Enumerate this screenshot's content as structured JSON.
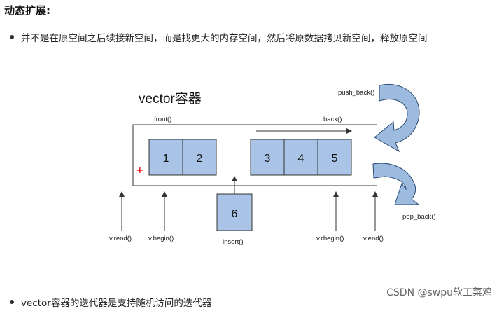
{
  "heading": "动态扩展:",
  "bullets": [
    "并不是在原空间之后续接新空间，而是找更大的内存空间，然后将原数据拷贝新空间，释放原空间",
    "vector容器的迭代器是支持随机访问的迭代器"
  ],
  "diagram": {
    "title": "vector容器",
    "plus_sign": "+",
    "front_label": "front()",
    "back_label": "back()",
    "push_back_label": "push_back()",
    "pop_back_label": "pop_back()",
    "cells": [
      "1",
      "2",
      "3",
      "4",
      "5"
    ],
    "insert_cell": "6",
    "iterators": {
      "rend": "v.rend()",
      "begin": "v.begin()",
      "insert": "insert()",
      "rbegin": "v.rbegin()",
      "end": "v.end()"
    },
    "colors": {
      "cell_fill": "#a9c4e6",
      "arrow_fill": "#9dbbdf",
      "arrow_stroke": "#2b4a73",
      "plus": "#e02020"
    }
  },
  "watermark": "CSDN @swpu软工菜鸡"
}
